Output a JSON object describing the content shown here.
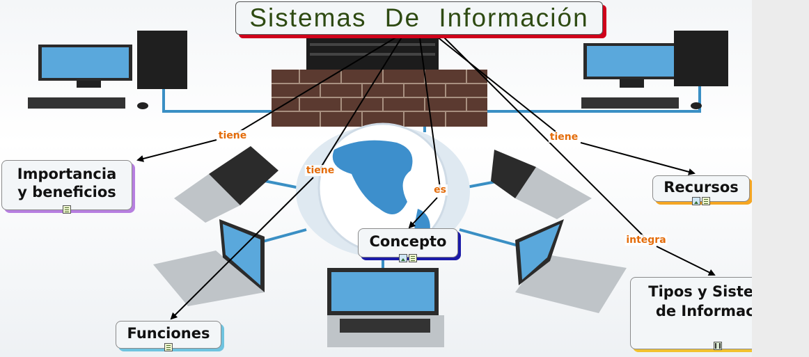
{
  "title": "Sistemas De Información",
  "concepts": {
    "importancia": {
      "line1": "Importancia",
      "line2": "y beneficios",
      "icons": [
        "note"
      ]
    },
    "recursos": {
      "label": "Recursos",
      "icons": [
        "image",
        "note"
      ]
    },
    "concepto": {
      "label": "Concepto",
      "icons": [
        "image",
        "note"
      ]
    },
    "funciones": {
      "label": "Funciones",
      "icons": [
        "note"
      ]
    },
    "tipos": {
      "line1": "Tipos y Sistemas",
      "line2": "de Información",
      "icons": [
        "film"
      ]
    }
  },
  "links": {
    "to_importancia": "tiene",
    "to_funciones": "tiene",
    "to_concepto": "es",
    "to_recursos": "tiene",
    "to_tipos": "integra"
  },
  "colors": {
    "title_shadow": "#d0021b",
    "importancia_shadow": "#b77fe0",
    "recursos_shadow": "#f5a623",
    "concepto_shadow": "#1a1aa8",
    "funciones_shadow": "#6fc3df",
    "tipos_shadow": "#f2c230",
    "link_text": "#e46c0a",
    "title_text": "#2e4a12"
  }
}
